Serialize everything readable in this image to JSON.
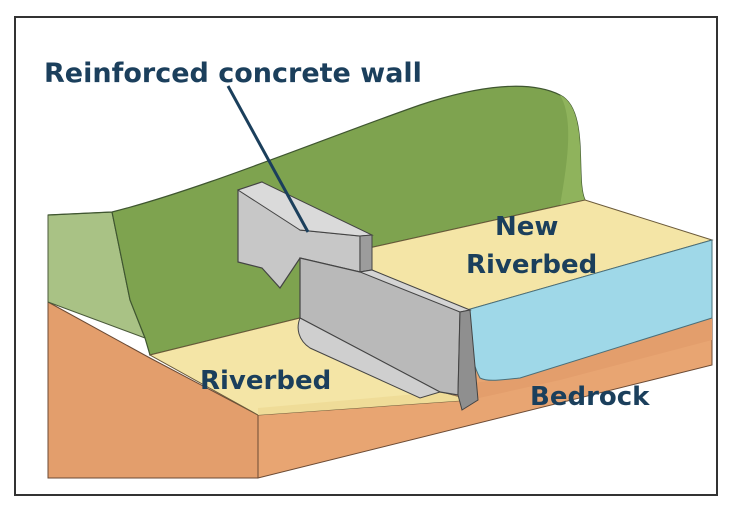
{
  "labels": {
    "wall": "Reinforced concrete wall",
    "new_riverbed_line1": "New",
    "new_riverbed_line2": "Riverbed",
    "riverbed": "Riverbed",
    "bedrock": "Bedrock"
  },
  "colors": {
    "label_text": "#1b3f5c",
    "hill_green": "#7ea34f",
    "hill_side_green": "#a9c285",
    "soil_orange": "#e39e6c",
    "sand": "#f4e5a6",
    "water": "#9fd8e8",
    "concrete": "#b9b9b9",
    "frame": "#333333"
  }
}
